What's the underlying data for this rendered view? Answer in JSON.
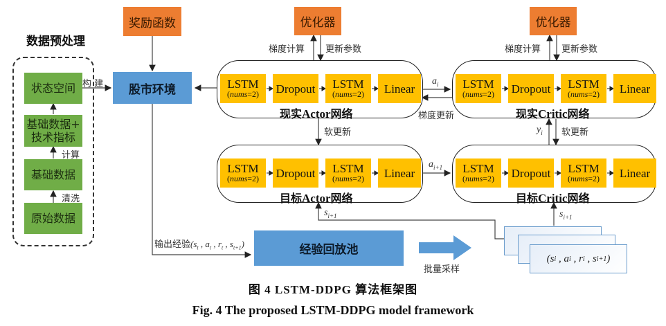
{
  "preprocess": {
    "title": "数据预处理",
    "boxes": [
      "状态空间",
      "基础数据+\n技术指标",
      "基础数据",
      "原始数据"
    ],
    "box_line1": [
      "状态空间",
      "基础数据+",
      "基础数据",
      "原始数据"
    ],
    "box_line2": [
      "",
      "技术指标",
      "",
      ""
    ],
    "edge_labels": {
      "compute": "计算",
      "clean": "清洗",
      "build": "构 建"
    }
  },
  "reward": "奖励函数",
  "environment": "股市环境",
  "optimizer_label": "优化器",
  "optimizer_edges": {
    "grad": "梯度计算",
    "update": "更新参数"
  },
  "layers": [
    {
      "main": "LSTM",
      "sub_var": "nums",
      "sub_val": "=2)"
    },
    {
      "main": "Dropout"
    },
    {
      "main": "LSTM",
      "sub_var": "nums",
      "sub_val": "=2)"
    },
    {
      "main": "Linear"
    }
  ],
  "networks": {
    "actor_real": {
      "pre": "现实",
      "lat": "Actor",
      "post": "网络"
    },
    "critic_real": {
      "pre": "现实",
      "lat": "Critic",
      "post": "网络"
    },
    "actor_target": {
      "pre": "目标",
      "lat": "Actor",
      "post": "网络"
    },
    "critic_target": {
      "pre": "目标",
      "lat": "Critic",
      "post": "网络"
    }
  },
  "edges": {
    "a_i": "a",
    "a_i_sub": "i",
    "a_i1": "a",
    "a_i1_sub": "i+1",
    "grad_update": "梯度更新",
    "soft_update": "软更新",
    "y_i": "y",
    "y_i_sub": "i",
    "s_i1": "s",
    "s_i1_sub": "i+1",
    "output_experience_cn": "输出经验",
    "output_experience_math": "(s_t , a_t , r_t , s_t+1)"
  },
  "replay_buffer": "经验回放池",
  "batch_sample": "批量采样",
  "sample_tuple": "(s_i , a_i , r_i , s_i+1)",
  "caption": {
    "cn": "图 4   LSTM-DDPG 算法框架图",
    "en": "Fig. 4    The proposed LSTM-DDPG model framework"
  }
}
